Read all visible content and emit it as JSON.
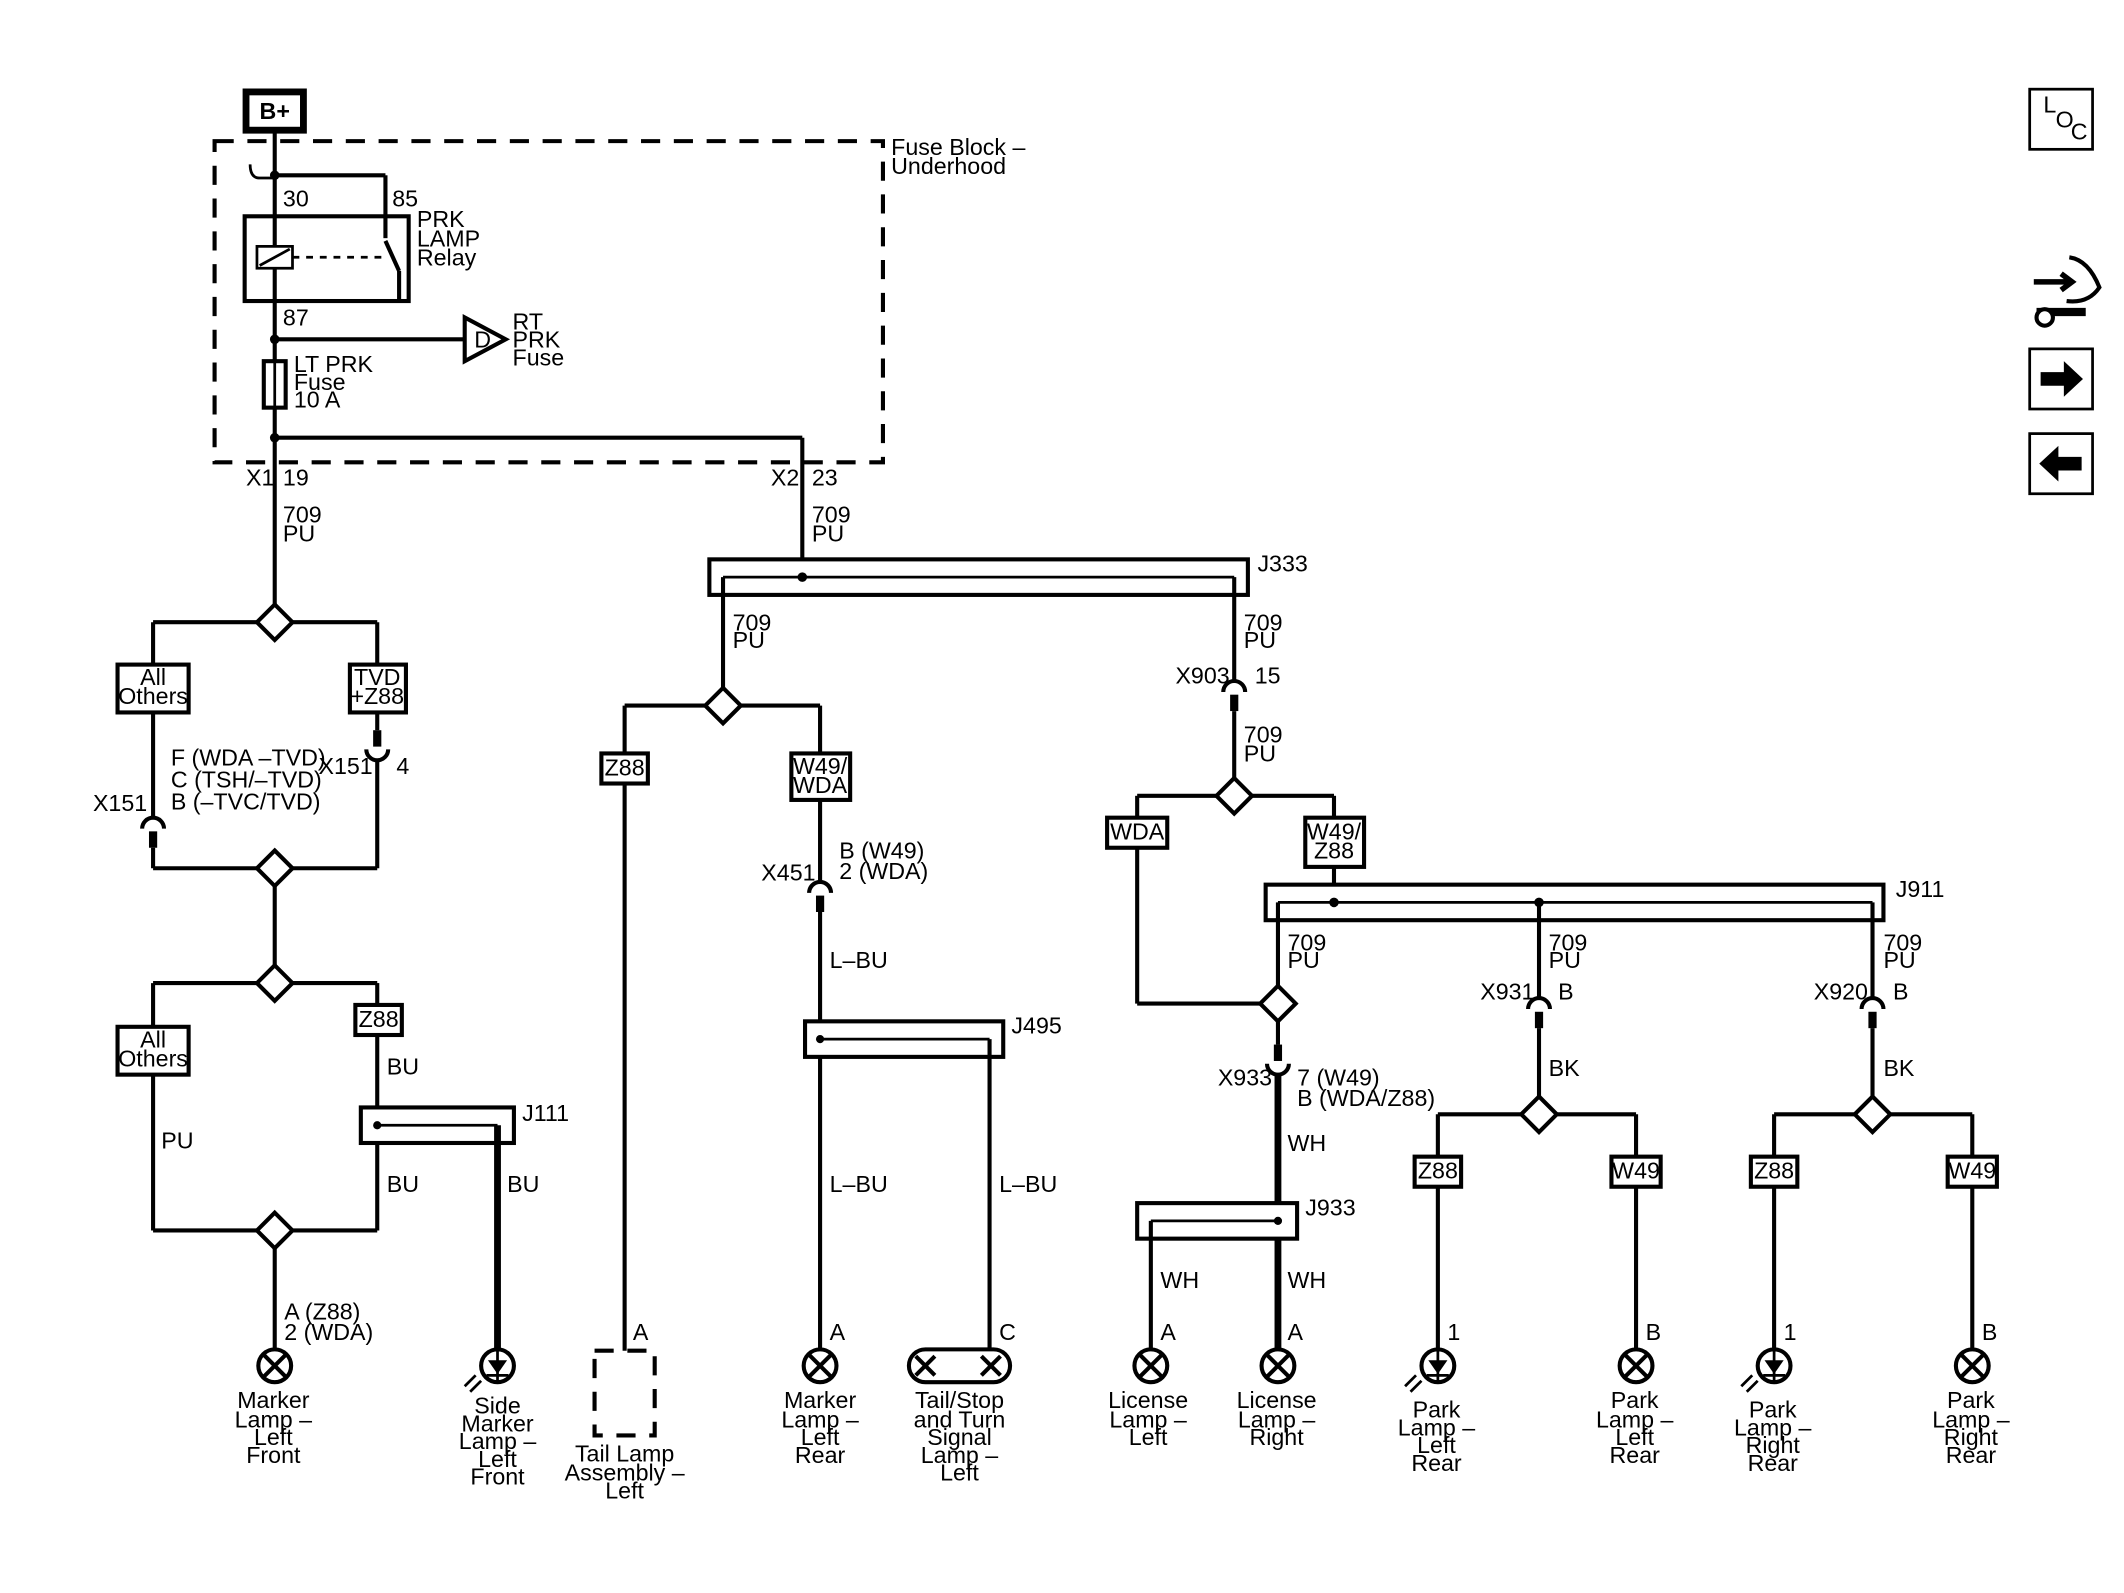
{
  "power": {
    "source": "B+"
  },
  "fuse_block": {
    "title": [
      "Fuse Block –",
      "Underhood"
    ],
    "relay": {
      "pin30": "30",
      "pin85": "85",
      "pin87": "87",
      "label": [
        "PRK",
        "LAMP",
        "Relay"
      ]
    },
    "rt_fuse": {
      "symbol": "D",
      "label": [
        "RT",
        "PRK",
        "Fuse"
      ]
    },
    "lt_fuse": {
      "label": [
        "LT PRK",
        "Fuse",
        "10 A"
      ]
    },
    "x1": "X1",
    "x1_pin": "19",
    "x2": "X2",
    "x2_pin": "23"
  },
  "wires": {
    "w709": "709",
    "pu": "PU",
    "bu": "BU",
    "lbu": "L–BU",
    "bk": "BK",
    "wh": "WH"
  },
  "splices": {
    "j333": "J333",
    "j111": "J111",
    "j495": "J495",
    "j911": "J911",
    "j933": "J933"
  },
  "options": {
    "all_others": [
      "All",
      "Others"
    ],
    "tvd_z88": [
      "TVD",
      "+Z88"
    ],
    "z88": "Z88",
    "w49_wda": [
      "W49/",
      "WDA"
    ],
    "wda": "WDA",
    "w49_z88": [
      "W49/",
      "Z88"
    ],
    "w49": "W49"
  },
  "connectors": {
    "x151": "X151",
    "x151_pin_left": [
      "F (WDA –TVD)",
      "C (TSH/–TVD)",
      "B (–TVC/TVD)"
    ],
    "x151_pin_right": "4",
    "x903": "X903",
    "x903_pin": "15",
    "x451": "X451",
    "x451_pin": [
      "B (W49)",
      "2 (WDA)"
    ],
    "x931": "X931",
    "x931_pin": "B",
    "x920": "X920",
    "x920_pin": "B",
    "x933": "X933",
    "x933_pin": [
      "7 (W49)",
      "B (WDA/Z88)"
    ]
  },
  "components": {
    "marker_lf": {
      "pin": [
        "A (Z88)",
        "2 (WDA)"
      ],
      "label": [
        "Marker",
        "Lamp –",
        "Left",
        "Front"
      ]
    },
    "side_marker_lf": {
      "label": [
        "Side",
        "Marker",
        "Lamp –",
        "Left",
        "Front"
      ]
    },
    "tail_assy_l": {
      "pin": "A",
      "label": [
        "Tail Lamp",
        "Assembly –",
        "Left"
      ]
    },
    "marker_lr": {
      "pin": "A",
      "label": [
        "Marker",
        "Lamp –",
        "Left",
        "Rear"
      ]
    },
    "tail_stop_turn_l": {
      "pin": "C",
      "label": [
        "Tail/Stop",
        "and Turn",
        "Signal",
        "Lamp –",
        "Left"
      ]
    },
    "license_l": {
      "pin": "A",
      "label": [
        "License",
        "Lamp –",
        "Left"
      ]
    },
    "license_r": {
      "pin": "A",
      "label": [
        "License",
        "Lamp –",
        "Right"
      ]
    },
    "park_lr_led": {
      "pin": "1",
      "label": [
        "Park",
        "Lamp –",
        "Left",
        "Rear"
      ]
    },
    "park_lr_bulb": {
      "pin": "B",
      "label": [
        "Park",
        "Lamp –",
        "Left",
        "Rear"
      ]
    },
    "park_rr_led": {
      "pin": "1",
      "label": [
        "Park",
        "Lamp –",
        "Right",
        "Rear"
      ]
    },
    "park_rr_bulb": {
      "pin": "B",
      "label": [
        "Park",
        "Lamp –",
        "Right",
        "Rear"
      ]
    }
  },
  "nav": {
    "loc_l": "L",
    "loc_o": "O",
    "loc_c": "C"
  }
}
